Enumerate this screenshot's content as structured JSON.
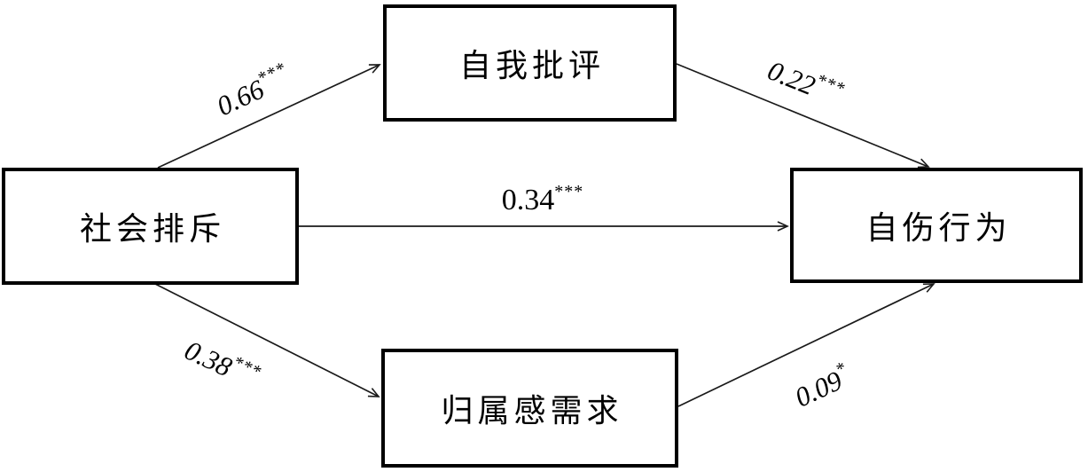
{
  "diagram": {
    "type": "mediation-path-model",
    "nodes": {
      "predictor": {
        "label": "社会排斥"
      },
      "mediator_top": {
        "label": "自我批评"
      },
      "mediator_bottom": {
        "label": "归属感需求"
      },
      "outcome": {
        "label": "自伤行为"
      }
    },
    "paths": {
      "predictor_to_mediator_top": {
        "coefficient": "0.66",
        "significance": "***"
      },
      "mediator_top_to_outcome": {
        "coefficient": "0.22",
        "significance": "***"
      },
      "predictor_to_outcome": {
        "coefficient": "0.34",
        "significance": "***"
      },
      "predictor_to_mediator_bottom": {
        "coefficient": "0.38",
        "significance": "***"
      },
      "mediator_bottom_to_outcome": {
        "coefficient": "0.09",
        "significance": "*"
      }
    },
    "colors": {
      "background": "#ffffff",
      "box_border": "#000000",
      "box_fill": "#ffffff",
      "arrow_line": "#1a1a1a",
      "text": "#000000"
    }
  }
}
